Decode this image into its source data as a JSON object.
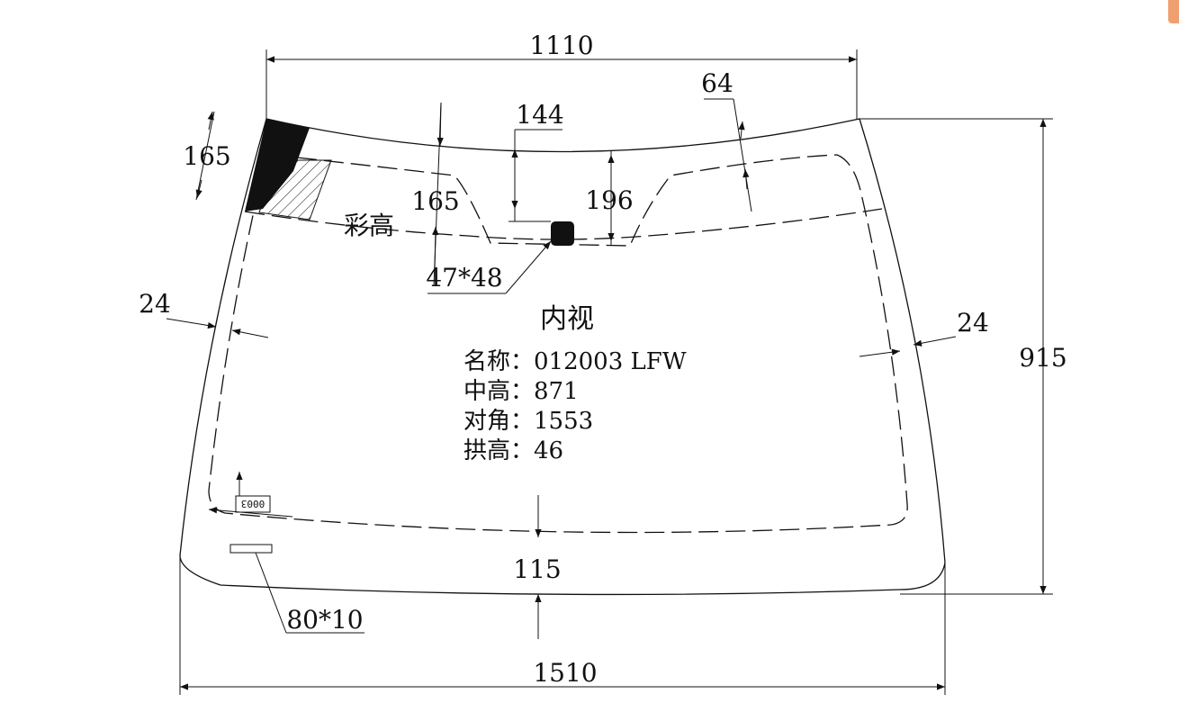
{
  "view_title": "内视",
  "info": {
    "name": "名称：012003 LFW",
    "center_height": "中高：871",
    "diagonal": "对角：1553",
    "arch_height": "拱高：46"
  },
  "labels": {
    "color_height": "彩高",
    "stamp_code": "0003",
    "sensor_size": "47*48",
    "tag_size": "80*10"
  },
  "dimensions": {
    "top_width": "1110",
    "bottom_width": "1510",
    "height": "915",
    "band_right": "64",
    "band_left": "165",
    "band_center": "165",
    "mirror_offset": "144",
    "mirror_height": "196",
    "side_left": "24",
    "side_right": "24",
    "bottom_margin": "115"
  },
  "colors": {
    "line": "#111111",
    "badge": "#f0a070"
  }
}
